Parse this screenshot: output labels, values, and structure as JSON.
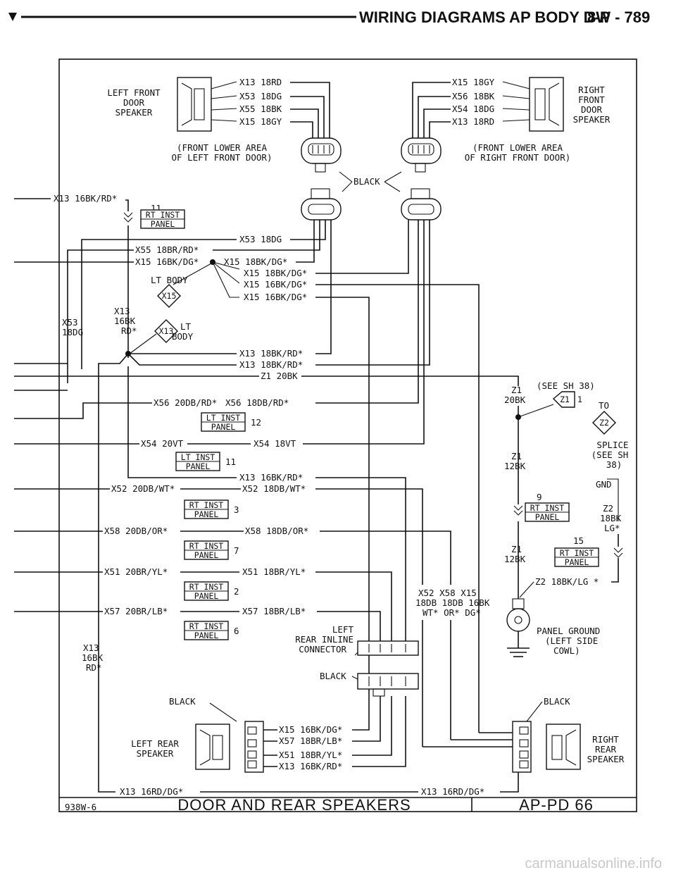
{
  "header": {
    "title": "WIRING DIAGRAMS AP BODY D-P",
    "section": "8W - 789"
  },
  "footer": {
    "ref": "938W-6",
    "title": "DOOR AND REAR SPEAKERS",
    "page": "AP-PD 66"
  },
  "watermark": "carmanualsonline.info",
  "speakers": {
    "left_front": [
      "LEFT FRONT",
      "DOOR",
      "SPEAKER"
    ],
    "right_front": [
      "RIGHT",
      "FRONT",
      "DOOR",
      "SPEAKER"
    ],
    "left_rear": [
      "LEFT REAR",
      "SPEAKER"
    ],
    "right_rear": [
      "RIGHT",
      "REAR",
      "SPEAKER"
    ]
  },
  "locations": {
    "left_front": [
      "(FRONT LOWER AREA",
      "OF LEFT FRONT DOOR)"
    ],
    "right_front": [
      "(FRONT LOWER AREA",
      "OF RIGHT FRONT DOOR)"
    ]
  },
  "wires": {
    "lf_x13": "X13 18RD",
    "lf_x53": "X53 18DG",
    "lf_x55": "X55 18BK",
    "lf_x15": "X15 18GY",
    "rf_x15": "X15 18GY",
    "rf_x56": "X56 18BK",
    "rf_x54": "X54 18DG",
    "rf_x13": "X13 18RD",
    "x13_in": "X13 16BK/RD*",
    "x53_mid": "X53 18DG",
    "x55": "X55 18BR/RD*",
    "x15_a": "X15 16BK/DG*",
    "x15_b": "X15 18BK/DG*",
    "x15_c": "X15 18BK/DG*",
    "x15_d": "X15 16BK/DG*",
    "x15_e": "X15 16BK/DG*",
    "x53_left": [
      "X53",
      "18DG"
    ],
    "x13_left": [
      "X13",
      "16BK",
      "RD*"
    ],
    "x13_f": "X13 18BK/RD*",
    "x13_g": "X13 18BK/RD*",
    "z1_20bk": "Z1 20BK",
    "x56_l": "X56 20DB/RD*",
    "x56_r": "X56 18DB/RD*",
    "x54_l": "X54 20VT",
    "x54_r": "X54 18VT",
    "x13_h": "X13 16BK/RD*",
    "x52_l": "X52 20DB/WT*",
    "x52_r": "X52 18DB/WT*",
    "x58_l": "X58 20DB/OR*",
    "x58_r": "X58 18DB/OR*",
    "x51_l": "X51 20BR/YL*",
    "x51_r": "X51 18BR/YL*",
    "x57_l": "X57 20BR/LB*",
    "x57_r": "X57 18BR/LB*",
    "x13_bottom_left": [
      "X13",
      "16BK",
      "RD*"
    ],
    "group_labels": [
      "X52 X58 X15",
      "18DB 18DB 16BK",
      "WT* OR* DG*"
    ],
    "lr_x15": "X15 16BK/DG*",
    "lr_x57": "X57 18BR/LB*",
    "lr_x51": "X51 18BR/YL*",
    "lr_x13": "X13 16BK/RD*",
    "bottom_l": "X13 16RD/DG*",
    "bottom_r": "X13 16RD/DG*",
    "z1_a": [
      "Z1",
      "20BK"
    ],
    "z1_b": [
      "Z1",
      "12BK"
    ],
    "z1_c": [
      "Z1",
      "12BK"
    ],
    "z2_a": [
      "Z2",
      "18BK",
      "LG*"
    ],
    "z2_b": "Z2 18BK/LG *"
  },
  "connectors": {
    "black": "BLACK",
    "black2": "BLACK",
    "black3": "BLACK",
    "black4": "BLACK",
    "rt_inst": "RT INST",
    "lt_inst": "LT INST",
    "panel": "PANEL",
    "num_11a": "11",
    "num_12": "12",
    "num_11b": "11",
    "num_3": "3",
    "num_7": "7",
    "num_2": "2",
    "num_6": "6",
    "num_9": "9",
    "num_15": "15",
    "lt_body": "LT BODY",
    "x15_tag": "X15",
    "x13_tag": "X13",
    "lt_body2": [
      "LT",
      "BODY"
    ],
    "z1_tag": "Z1",
    "z1_num": "1",
    "z2_tag": "Z2",
    "left_rear_inline": [
      "LEFT",
      "REAR INLINE",
      "CONNECTOR"
    ]
  },
  "notes": {
    "see_sh": "(SEE SH 38)",
    "to": "TO",
    "splice": [
      "SPLICE",
      "(SEE SH",
      "38)"
    ],
    "gnd": "GND",
    "panel_ground": [
      "PANEL GROUND",
      "(LEFT SIDE",
      "COWL)"
    ]
  }
}
